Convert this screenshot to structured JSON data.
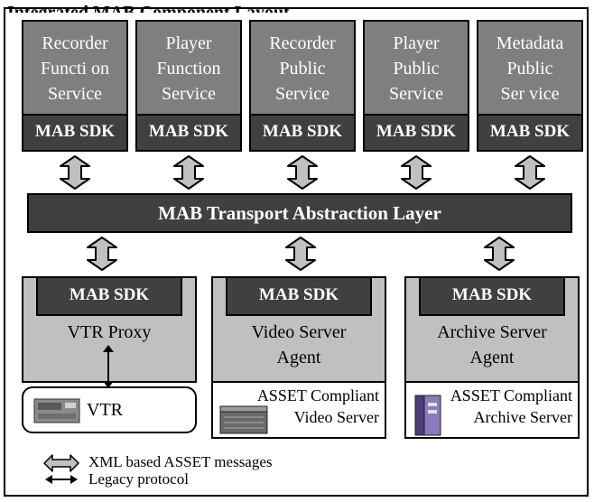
{
  "title": "Integrated MAB Component Layout",
  "services": [
    {
      "label": "Recorder\nFuncti on\nService",
      "sdk": "MAB SDK"
    },
    {
      "label": "Player\nFunction\nService",
      "sdk": "MAB SDK"
    },
    {
      "label": "Recorder\nPublic\nService",
      "sdk": "MAB SDK"
    },
    {
      "label": "Player\nPublic\nService",
      "sdk": "MAB SDK"
    },
    {
      "label": "Metadata\nPublic\nSer vice",
      "sdk": "MAB SDK"
    }
  ],
  "transport": "MAB Transport Abstraction Layer",
  "agents": [
    {
      "label": "VTR Proxy",
      "sdk": "MAB SDK"
    },
    {
      "label": "Video Server\nAgent",
      "sdk": "MAB SDK"
    },
    {
      "label": "Archive Server\nAgent",
      "sdk": "MAB SDK"
    }
  ],
  "devices": {
    "vtr": "VTR",
    "video_server": "ASSET Compliant\nVideo Server",
    "archive_server": "ASSET Compliant\nArchive Server"
  },
  "legend": {
    "xml": "XML based ASSET messages",
    "legacy": "Legacy protocol"
  },
  "colors": {
    "service_fill": "#7f7f7f",
    "sdk_fill": "#404040",
    "agent_fill": "#c0c0c0"
  }
}
